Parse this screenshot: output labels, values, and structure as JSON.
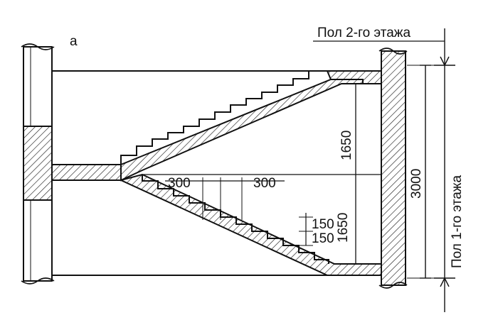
{
  "figure_label": "а",
  "top_label": "Пол 2-го этажа",
  "side_label": "Пол 1-го этажа",
  "dimensions": {
    "total_height": "3000",
    "upper_flight_height": "1650",
    "lower_flight_height": "1650",
    "tread_left": "300",
    "tread_right": "300",
    "riser_upper": "150",
    "riser_lower": "150"
  }
}
